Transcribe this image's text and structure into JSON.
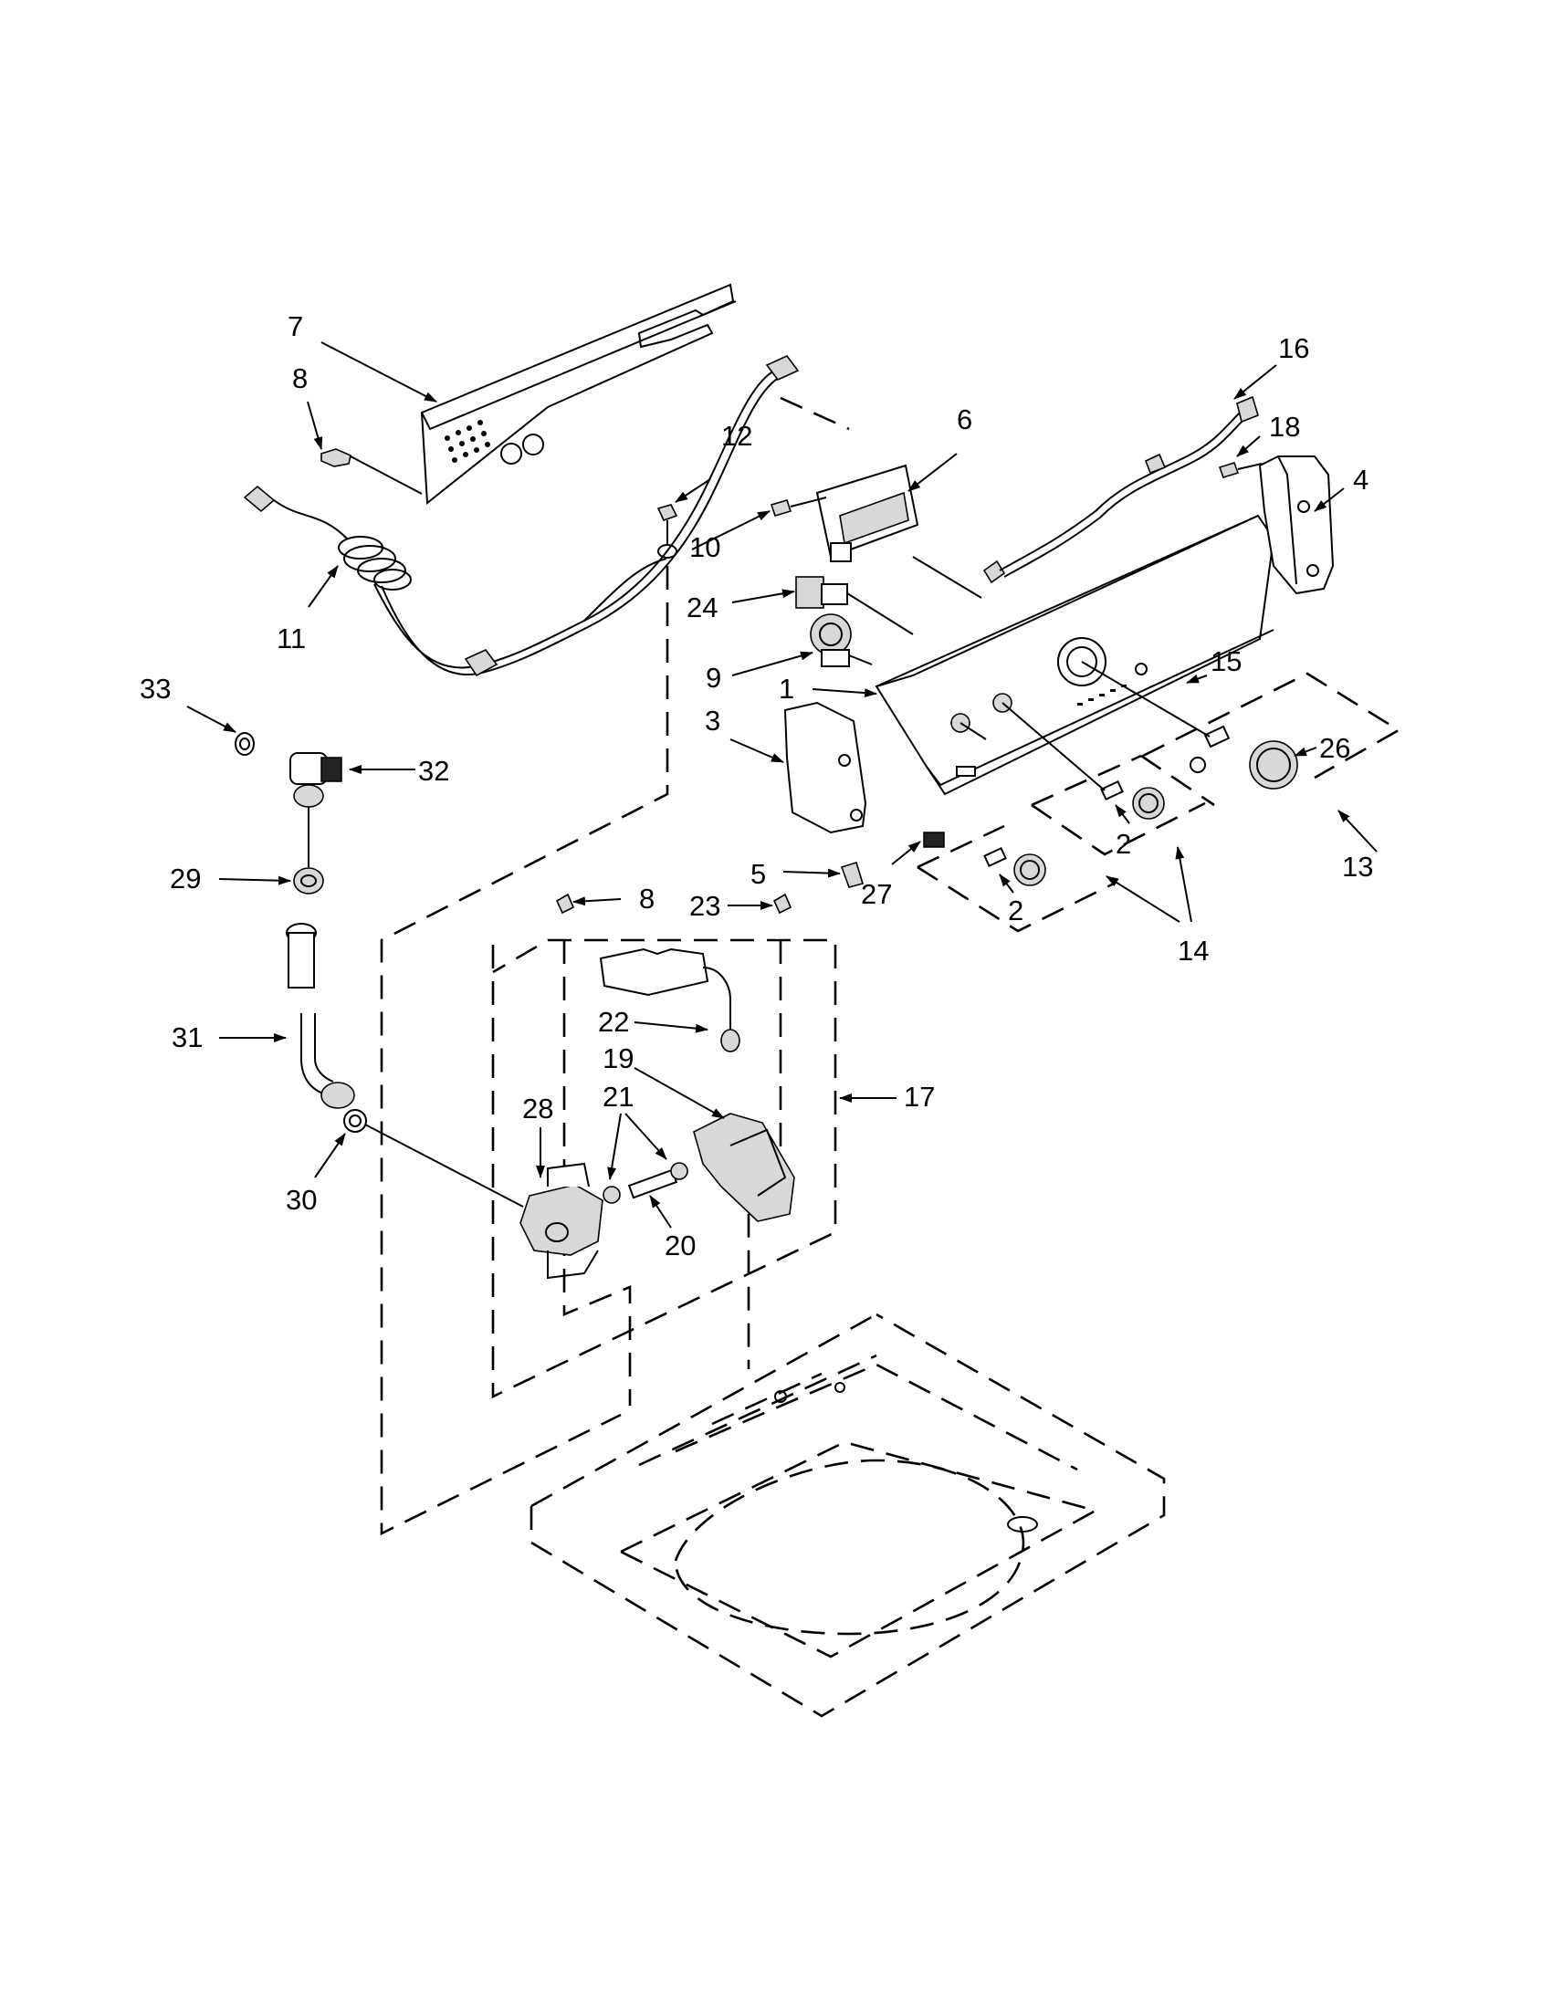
{
  "callouts": [
    {
      "id": "c1",
      "text": "1"
    },
    {
      "id": "c2a",
      "text": "2"
    },
    {
      "id": "c2b",
      "text": "2"
    },
    {
      "id": "c3",
      "text": "3"
    },
    {
      "id": "c4",
      "text": "4"
    },
    {
      "id": "c5",
      "text": "5"
    },
    {
      "id": "c6",
      "text": "6"
    },
    {
      "id": "c7",
      "text": "7"
    },
    {
      "id": "c8a",
      "text": "8"
    },
    {
      "id": "c8b",
      "text": "8"
    },
    {
      "id": "c9",
      "text": "9"
    },
    {
      "id": "c10",
      "text": "10"
    },
    {
      "id": "c11",
      "text": "11"
    },
    {
      "id": "c12",
      "text": "12"
    },
    {
      "id": "c13",
      "text": "13"
    },
    {
      "id": "c14",
      "text": "14"
    },
    {
      "id": "c15",
      "text": "15"
    },
    {
      "id": "c16",
      "text": "16"
    },
    {
      "id": "c17",
      "text": "17"
    },
    {
      "id": "c18",
      "text": "18"
    },
    {
      "id": "c19",
      "text": "19"
    },
    {
      "id": "c20",
      "text": "20"
    },
    {
      "id": "c21",
      "text": "21"
    },
    {
      "id": "c22",
      "text": "22"
    },
    {
      "id": "c23",
      "text": "23"
    },
    {
      "id": "c24",
      "text": "24"
    },
    {
      "id": "c26",
      "text": "26"
    },
    {
      "id": "c27",
      "text": "27"
    },
    {
      "id": "c28",
      "text": "28"
    },
    {
      "id": "c29",
      "text": "29"
    },
    {
      "id": "c30",
      "text": "30"
    },
    {
      "id": "c31",
      "text": "31"
    },
    {
      "id": "c32",
      "text": "32"
    },
    {
      "id": "c33",
      "text": "33"
    }
  ]
}
